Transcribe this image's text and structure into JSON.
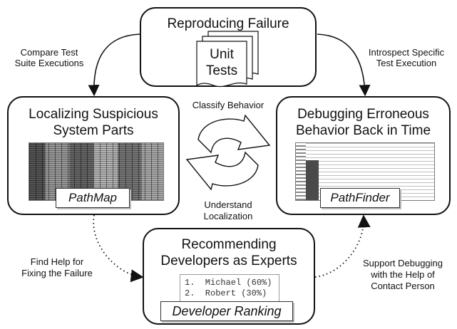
{
  "stages": {
    "reproducing": {
      "title": "Reproducing Failure",
      "doc_label_line1": "Unit",
      "doc_label_line2": "Tests"
    },
    "localizing": {
      "title_line1": "Localizing Suspicious",
      "title_line2": "System Parts",
      "tool": "PathMap"
    },
    "debugging": {
      "title_line1": "Debugging Erroneous",
      "title_line2": "Behavior Back in Time",
      "tool": "PathFinder"
    },
    "recommending": {
      "title_line1": "Recommending",
      "title_line2": "Developers as Experts",
      "tool": "Developer Ranking",
      "ranking": [
        "1.  Michael (60%)",
        "2.  Robert (30%)"
      ]
    }
  },
  "edges": {
    "compare": {
      "line1": "Compare Test",
      "line2": "Suite Executions"
    },
    "introspect": {
      "line1": "Introspect Specific",
      "line2": "Test Execution"
    },
    "classify": {
      "line1": "Classify Behavior"
    },
    "understand": {
      "line1": "Understand",
      "line2": "Localization"
    },
    "findhelp": {
      "line1": "Find Help for",
      "line2": "Fixing the Failure"
    },
    "support": {
      "line1": "Support Debugging",
      "line2": "with the Help of",
      "line3": "Contact Person"
    }
  }
}
